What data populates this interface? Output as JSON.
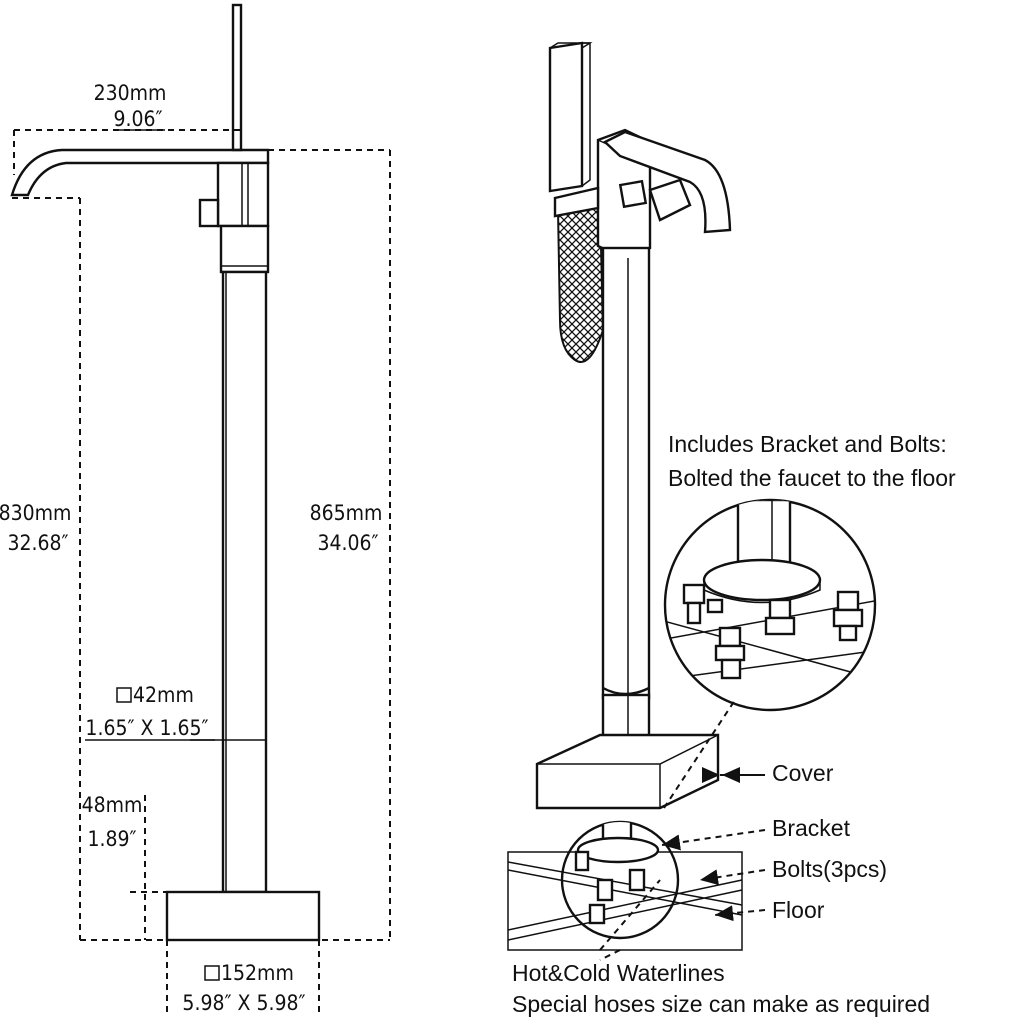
{
  "dimensions": {
    "spout_reach_mm": "230mm",
    "spout_reach_in": "9.06″",
    "spout_height_mm": "830mm",
    "spout_height_in": "32.68″",
    "total_height_mm": "865mm",
    "total_height_in": "34.06″",
    "column_mm": "42mm",
    "column_in": "1.65″ X 1.65″",
    "base_height_mm": "48mm",
    "base_height_in": "1.89″",
    "base_mm": "152mm",
    "base_in": "5.98″ X 5.98″"
  },
  "callouts": {
    "includes_line1": "Includes Bracket and Bolts:",
    "includes_line2": "Bolted the faucet to the floor",
    "cover": "Cover",
    "bracket": "Bracket",
    "bolts": "Bolts(3pcs)",
    "floor": "Floor",
    "waterlines_line1": "Hot&Cold Waterlines",
    "waterlines_line2": "Special hoses size can make as required"
  }
}
